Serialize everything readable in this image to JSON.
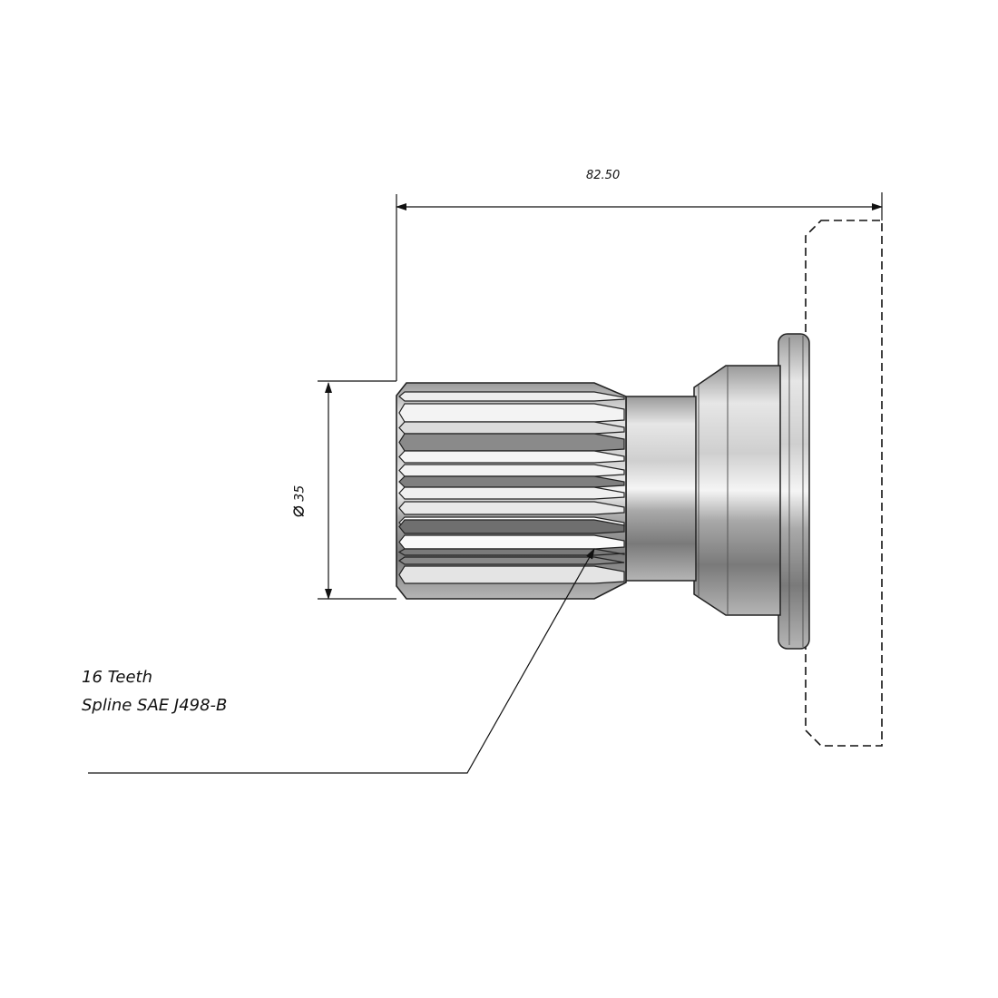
{
  "dimensions": {
    "length_label": "82.50",
    "diameter_symbol": "⌀",
    "diameter_label": "35"
  },
  "callout": {
    "line1": "16 Teeth",
    "line2": "Spline SAE J498-B"
  },
  "colors": {
    "line": "#111111",
    "metal_light": "#f2f2f2",
    "metal_mid": "#a8a8a8",
    "metal_dark": "#6e6e6e"
  }
}
